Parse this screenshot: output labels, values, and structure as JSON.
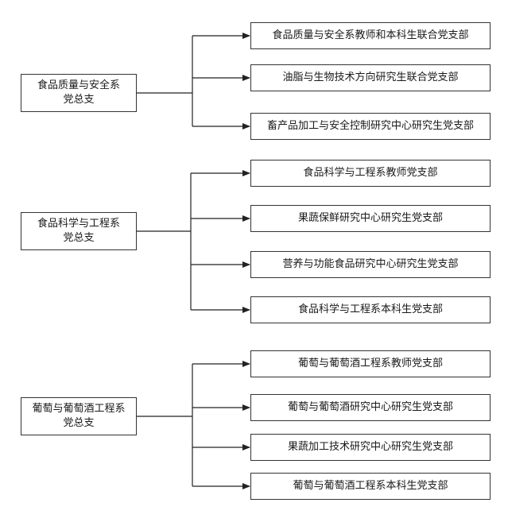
{
  "groups": [
    {
      "parent": [
        "食品质量与安全系",
        "党总支"
      ],
      "children": [
        "食品质量与安全系教师和本科生联合党支部",
        "油脂与生物技术方向研究生联合党支部",
        "畜产品加工与安全控制研究中心研究生党支部"
      ]
    },
    {
      "parent": [
        "食品科学与工程系",
        "党总支"
      ],
      "children": [
        "食品科学与工程系教师党支部",
        "果蔬保鲜研究中心研究生党支部",
        "营养与功能食品研究中心研究生党支部",
        "食品科学与工程系本科生党支部"
      ]
    },
    {
      "parent": [
        "葡萄与葡萄酒工程系",
        "党总支"
      ],
      "children": [
        "葡萄与葡萄酒工程系教师党支部",
        "葡萄与葡萄酒研究中心研究生党支部",
        "果蔬加工技术研究中心研究生党支部",
        "葡萄与葡萄酒工程系本科生党支部"
      ]
    }
  ]
}
